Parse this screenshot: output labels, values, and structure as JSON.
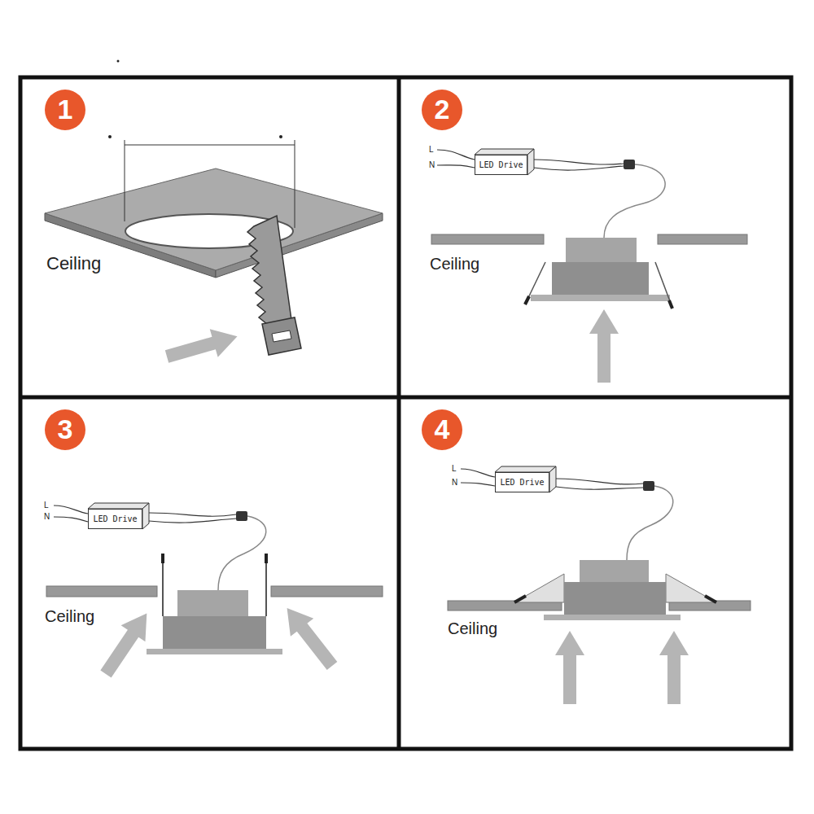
{
  "diagram": {
    "nodes": [
      {
        "text": [
          "1"
        ]
      },
      {
        "text": [
          "2"
        ]
      },
      {
        "text": [
          "LED Drive"
        ]
      },
      {
        "text": [
          "3"
        ]
      },
      {
        "text": [
          "LED Drive"
        ]
      },
      {
        "text": [
          "4"
        ]
      },
      {
        "text": [
          "LED Drive"
        ]
      }
    ],
    "labels": [
      "Ceiling",
      "L",
      "N",
      "Ceiling",
      "L",
      "N",
      "Ceiling",
      "L",
      "N",
      "Ceiling"
    ]
  }
}
